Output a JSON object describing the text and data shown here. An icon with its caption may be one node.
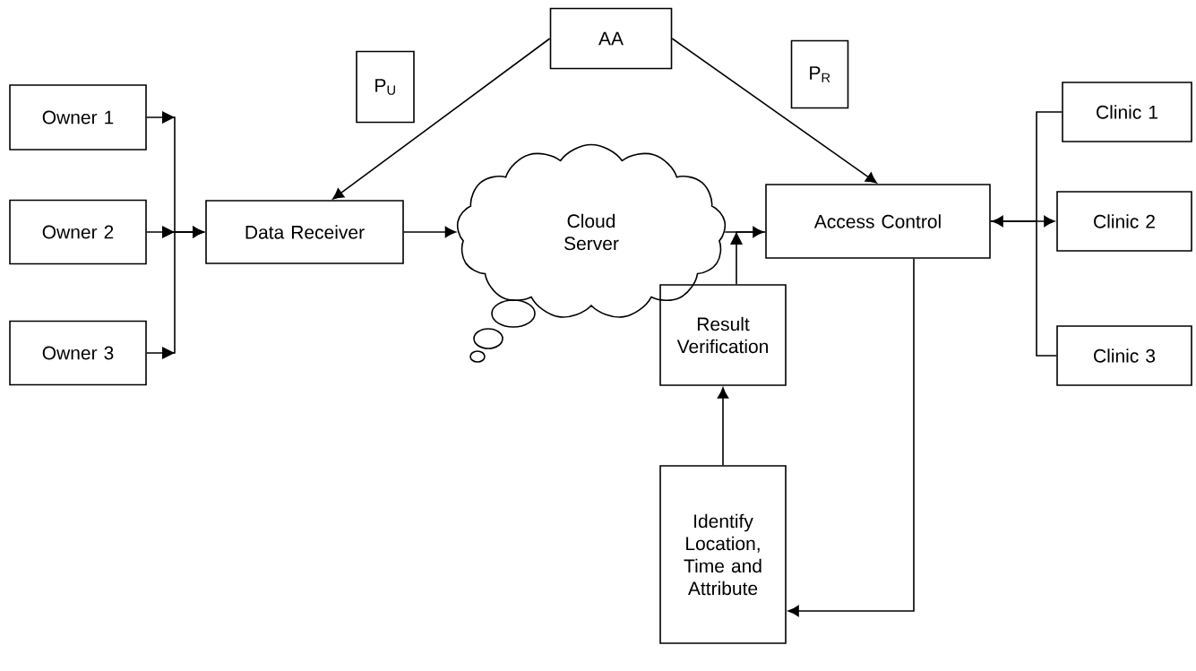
{
  "diagram": {
    "nodes": [
      {
        "text": [
          "AA"
        ]
      },
      {
        "text": [
          "P$_{U}$"
        ]
      },
      {
        "text": [
          "P$_{R}$"
        ]
      },
      {
        "text": [
          "Owner 1"
        ]
      },
      {
        "text": [
          "Owner 2"
        ]
      },
      {
        "text": [
          "Owner 3"
        ]
      },
      {
        "text": [
          "Data Receiver"
        ]
      },
      {
        "text": [
          "Cloud Server"
        ]
      },
      {
        "text": [
          "Access Control"
        ]
      },
      {
        "text": [
          "Clinic 1"
        ]
      },
      {
        "text": [
          "Clinic 2"
        ]
      },
      {
        "text": [
          "Clinic 3"
        ]
      },
      {
        "text": [
          "Result Verification"
        ]
      },
      {
        "text": [
          "Identify Location, Time and Attribute"
        ]
      }
    ],
    "edges": [
      {
        "from": 3,
        "to": 6,
        "arrow": "to"
      },
      {
        "from": 4,
        "to": 6,
        "arrow": "to"
      },
      {
        "from": 5,
        "to": 6,
        "arrow": "to"
      },
      {
        "from": 6,
        "to": 7,
        "arrow": "to"
      },
      {
        "from": 0,
        "to": 6,
        "arrow": "to"
      },
      {
        "from": 0,
        "to": 8,
        "arrow": "to"
      },
      {
        "from": 7,
        "to": 8,
        "arrow": "to"
      },
      {
        "from": 12,
        "to": 8,
        "arrow": "to"
      },
      {
        "from": 8,
        "to": 9,
        "arrow": "none"
      },
      {
        "from": 8,
        "to": 10,
        "arrow": "both"
      },
      {
        "from": 8,
        "to": 11,
        "arrow": "none"
      },
      {
        "from": 8,
        "to": 13,
        "arrow": "to"
      },
      {
        "from": 13,
        "to": 12,
        "arrow": "to"
      }
    ]
  }
}
